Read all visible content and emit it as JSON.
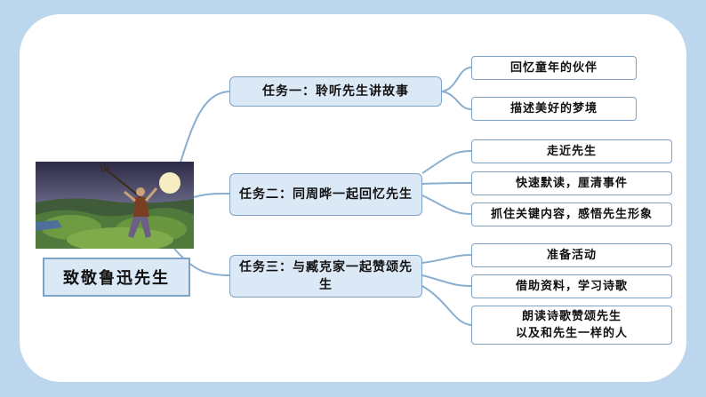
{
  "root": {
    "label": "致敬鲁迅先生"
  },
  "illustration": {
    "icon": "boy-with-pitchfork-moonlit-field-illustration"
  },
  "tasks": [
    {
      "label": "任务一：聆听先生讲故事",
      "items": [
        "回忆童年的伙伴",
        "描述美好的梦境"
      ]
    },
    {
      "label": "任务二：同周晔一起回忆先生",
      "items": [
        "走近先生",
        "快速默读，厘清事件",
        "抓住关键内容，感悟先生形象"
      ]
    },
    {
      "label": "任务三：与臧克家一起赞颂先生",
      "items": [
        "准备活动",
        "借助资料，学习诗歌",
        "朗读诗歌赞颂先生\n以及和先生一样的人"
      ]
    }
  ],
  "colors": {
    "background": "#bcd6ee",
    "card": "#ffffff",
    "node_fill": "#dbe8f6",
    "connector": "#8aaed0"
  }
}
